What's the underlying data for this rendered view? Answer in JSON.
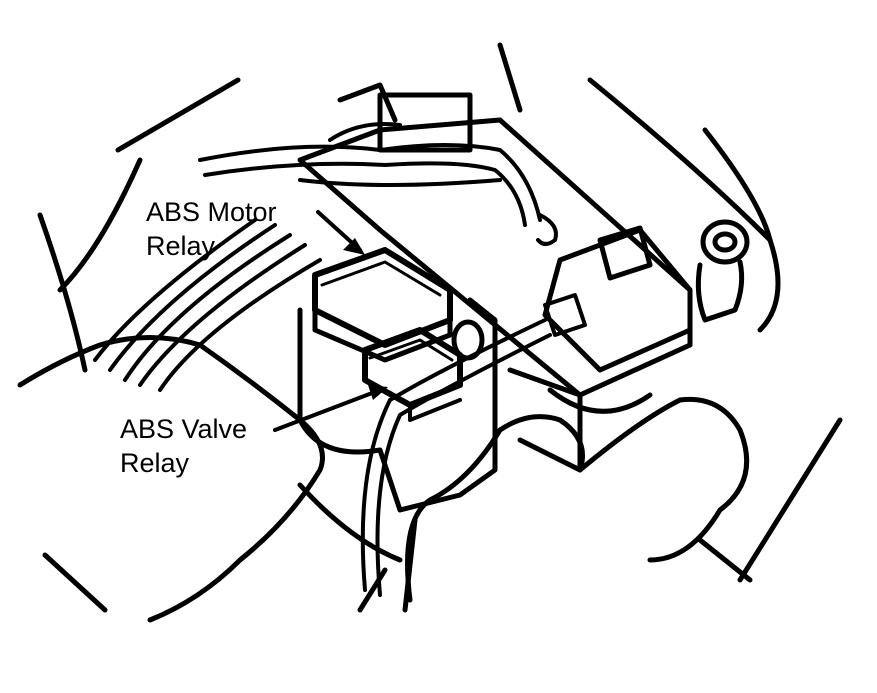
{
  "labels": {
    "motor_relay": {
      "line1": "ABS Motor",
      "line2": "Relay"
    },
    "valve_relay": {
      "line1": "ABS Valve",
      "line2": "Relay"
    }
  },
  "colors": {
    "ink": "#000000",
    "paper": "#ffffff"
  }
}
